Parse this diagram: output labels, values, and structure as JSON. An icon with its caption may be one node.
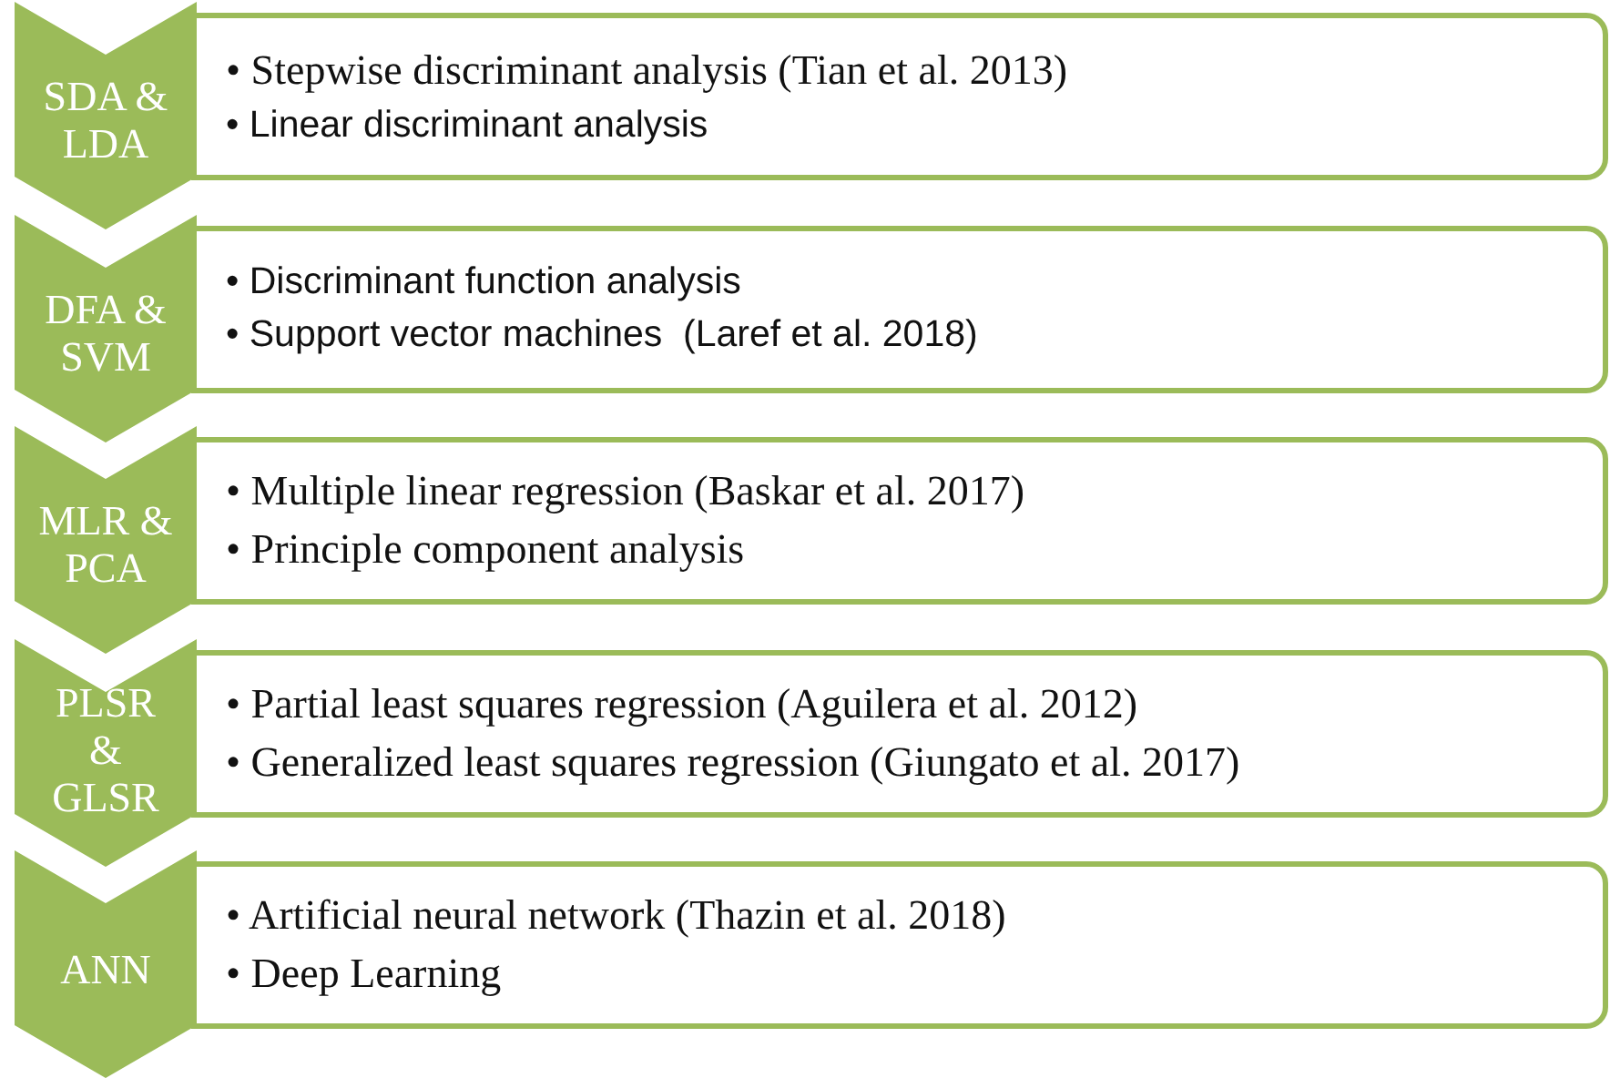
{
  "diagram": {
    "nodes": [
      {
        "text": [
          "SDA & LDA"
        ]
      },
      {
        "text": [
          "• Stepwise discriminant analysis (Tian et al. 2013)",
          "• Linear discriminant analysis"
        ]
      },
      {
        "text": [
          "DFA & SVM"
        ]
      },
      {
        "text": [
          "• Discriminant function analysis",
          "• Support vector machines  (Laref et al. 2018)"
        ]
      },
      {
        "text": [
          "MLR & PCA"
        ]
      },
      {
        "text": [
          "• Multiple linear regression (Baskar et al. 2017)",
          "• Principle component analysis"
        ]
      },
      {
        "text": [
          "PLSR & GLSR"
        ]
      },
      {
        "text": [
          "• Partial least squares regression (Aguilera et al. 2012)",
          "• Generalized least squares regression (Giungato et al. 2017)"
        ]
      },
      {
        "text": [
          "ANN"
        ]
      },
      {
        "text": [
          "• Artificial neural network (Thazin et al. 2018)",
          "• Deep Learning"
        ]
      }
    ]
  }
}
